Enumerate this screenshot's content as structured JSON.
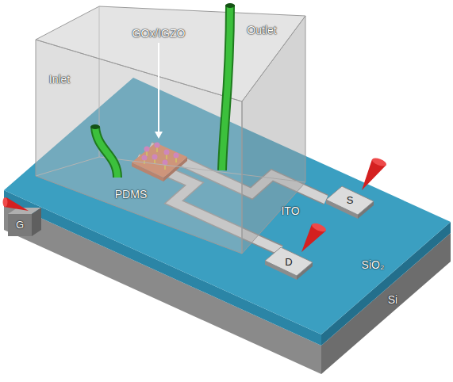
{
  "diagram": {
    "labels": [
      "Outlet",
      "GOx/IGZO",
      "Inlet",
      "PDMS",
      "S",
      "ITO",
      "D",
      "G",
      "SiO₂",
      "Si"
    ]
  }
}
